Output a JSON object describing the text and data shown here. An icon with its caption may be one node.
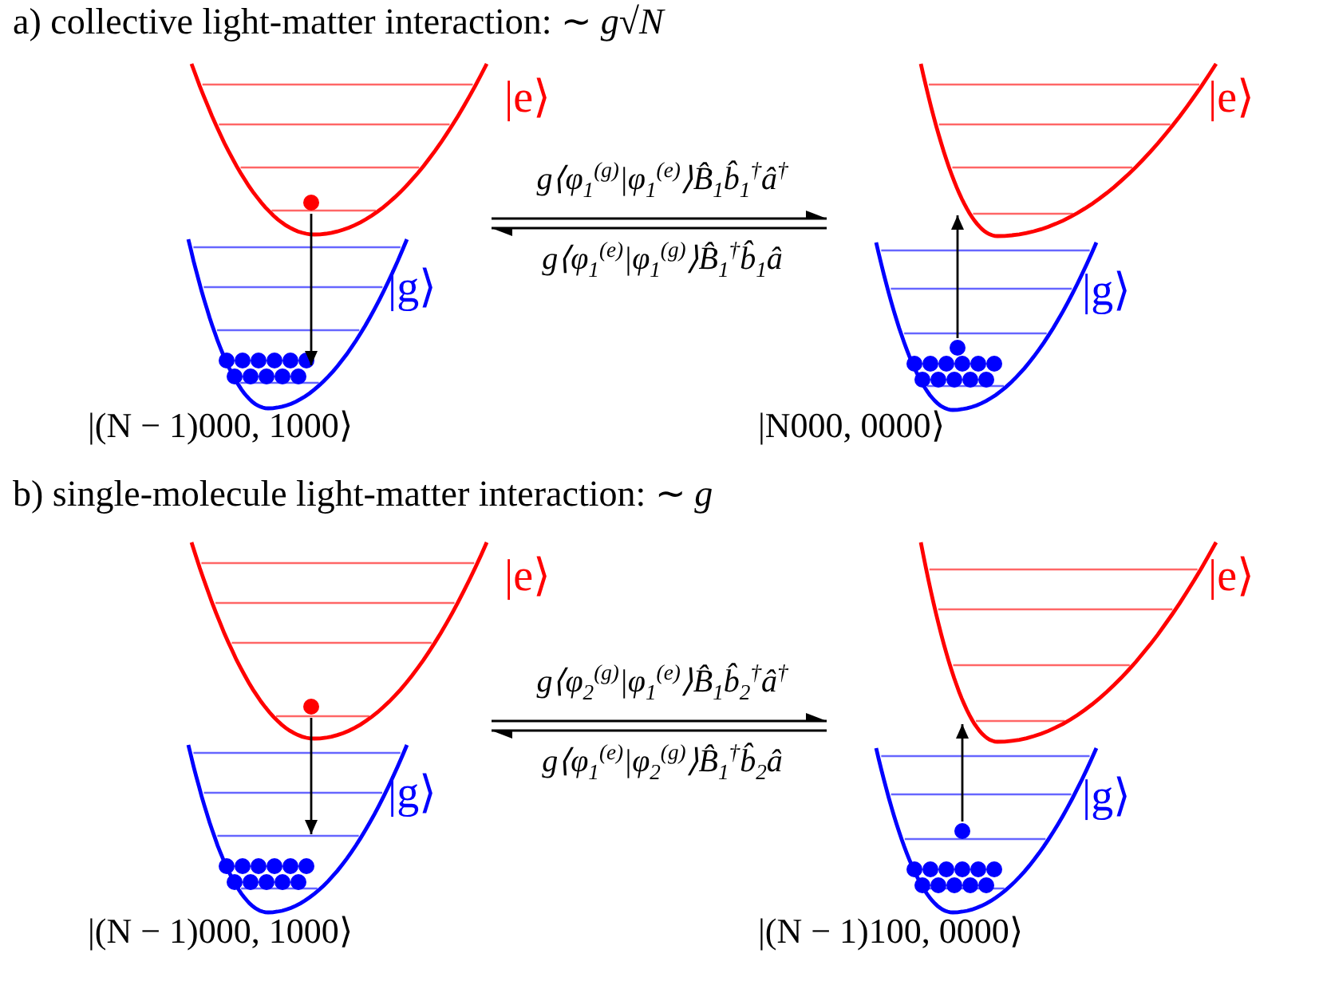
{
  "diagram": {
    "nodes": [
      {
        "text": [
          "|g⟩"
        ],
        "beside": [
          "|e⟩",
          "|(N − 1)000, 1000⟩"
        ]
      },
      {
        "text": [
          "|g⟩"
        ],
        "beside": [
          "|e⟩",
          "|N000, 0000⟩"
        ]
      },
      {
        "text": [
          "|g⟩"
        ],
        "beside": [
          "|e⟩",
          "|(N − 1)000, 1000⟩"
        ]
      },
      {
        "text": [
          "|g⟩"
        ],
        "beside": [
          "|e⟩",
          "|(N − 1)100, 0000⟩"
        ]
      }
    ],
    "edges": [
      {
        "from": 0,
        "to": 1,
        "arrow": "to",
        "label": "g⟨φ$_{1}$$^{(g)}$|φ$_{1}$$^{(e)}$⟩B̂$_{1}$b̂$_{1}$$^{†}$â$^{†}$"
      },
      {
        "from": 1,
        "to": 0,
        "arrow": "to",
        "label": "g⟨φ$_{1}$$^{(e)}$|φ$_{1}$$^{(g)}$⟩B̂$_{1}$$^{†}$b̂$_{1}$â"
      },
      {
        "from": 2,
        "to": 3,
        "arrow": "to",
        "label": "g⟨φ$_{2}$$^{(g)}$|φ$_{1}$$^{(e)}$⟩B̂$_{1}$b̂$_{2}$$^{†}$â$^{†}$"
      },
      {
        "from": 3,
        "to": 2,
        "arrow": "to",
        "label": "g⟨φ$_{1}$$^{(e)}$|φ$_{2}$$^{(g)}$⟩B̂$_{1}$$^{†}$b̂$_{2}$â"
      }
    ],
    "labels": [
      "a) collective light-matter interaction:  ∼ *g*√*N*",
      "b) single-molecule light-matter interaction:  ∼ *g*"
    ]
  }
}
